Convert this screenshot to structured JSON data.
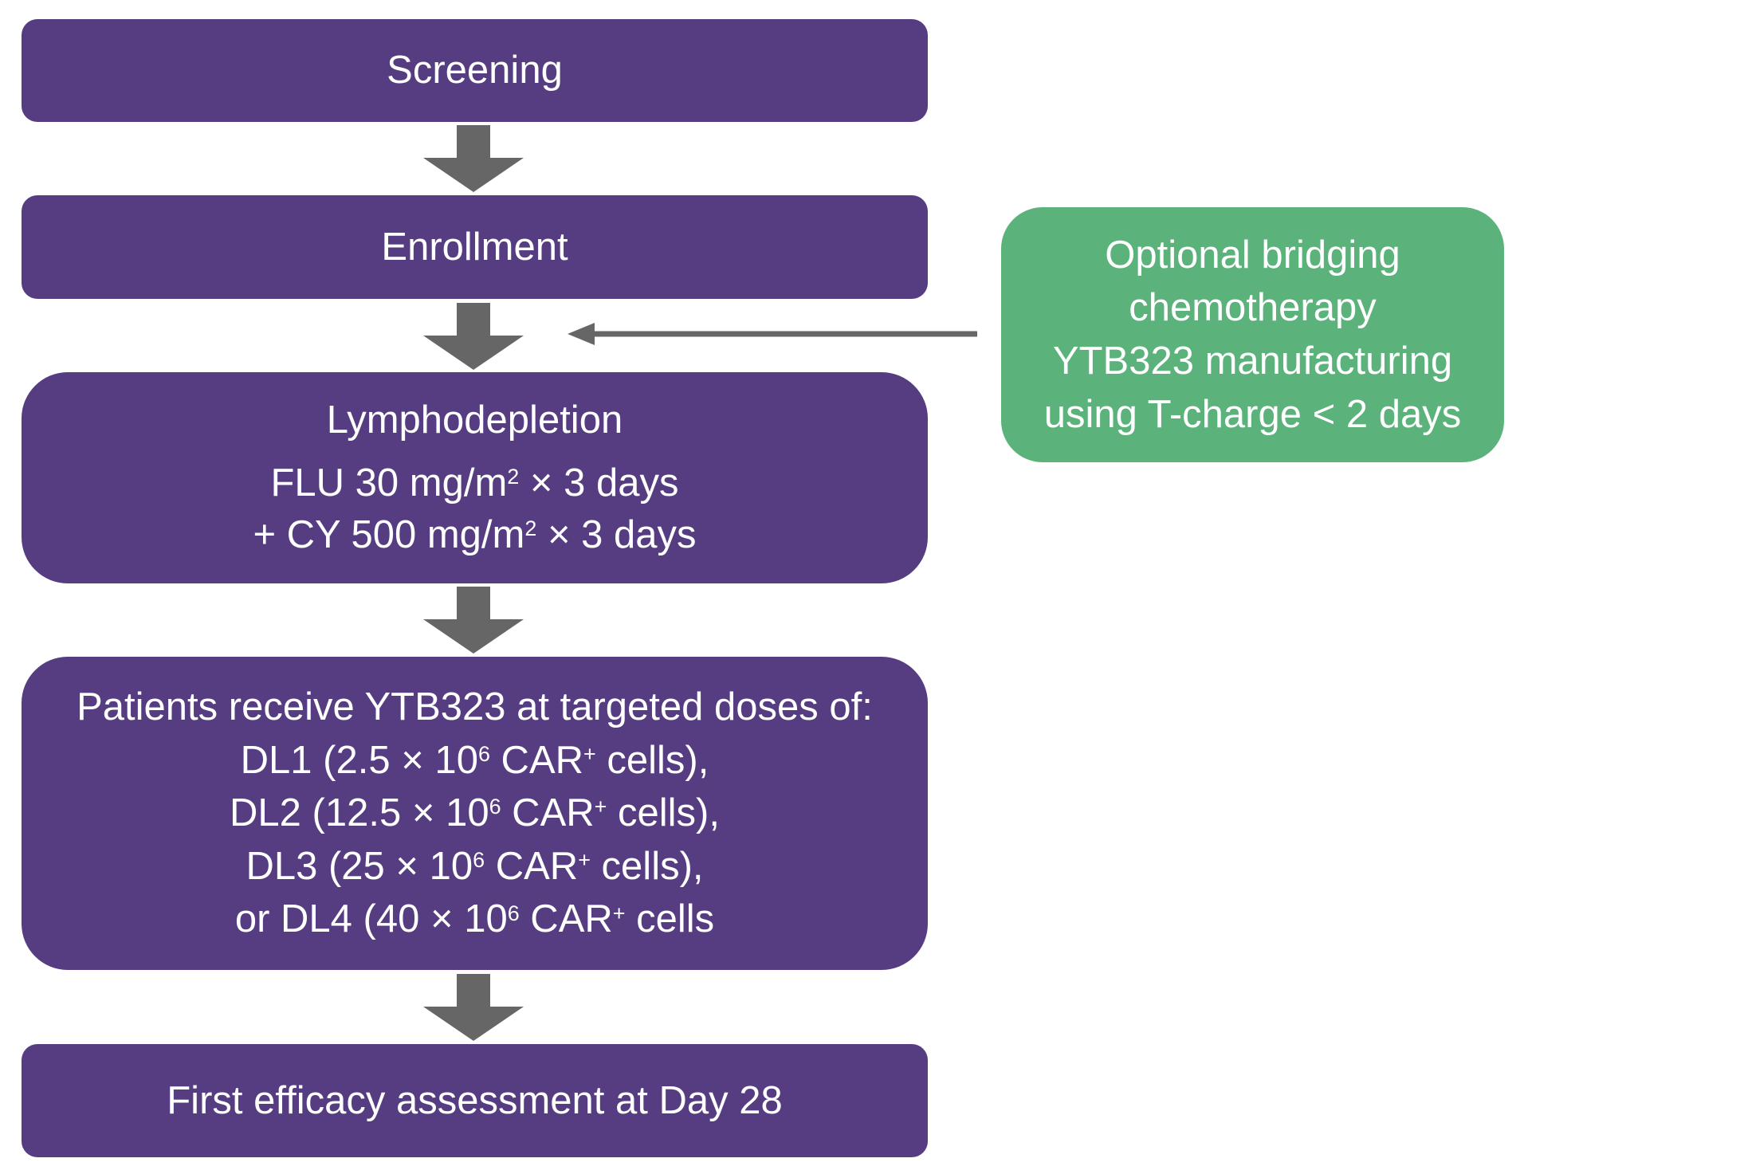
{
  "flow": {
    "screening": "Screening",
    "enrollment": "Enrollment",
    "lymphodepletion": {
      "title": "Lymphodepletion",
      "flu_prefix": "FLU 30 mg/m",
      "flu_sup": "2",
      "flu_suffix": " × 3 days",
      "cy_prefix": "+ CY 500 mg/m",
      "cy_sup": "2",
      "cy_suffix": " × 3 days"
    },
    "doses": {
      "intro": "Patients receive YTB323 at targeted doses of:",
      "dl1": {
        "pre": "DL1 (2.5 × 10",
        "exp": "6",
        "mid": " CAR",
        "plus": "+",
        "post": " cells),"
      },
      "dl2": {
        "pre": "DL2 (12.5 × 10",
        "exp": "6",
        "mid": " CAR",
        "plus": "+",
        "post": " cells),"
      },
      "dl3": {
        "pre": "DL3 (25 × 10",
        "exp": "6",
        "mid": " CAR",
        "plus": "+",
        "post": " cells),"
      },
      "dl4": {
        "pre": "or DL4 (40 × 10",
        "exp": "6",
        "mid": " CAR",
        "plus": "+",
        "post": " cells"
      }
    },
    "assessment": "First efficacy assessment at Day 28"
  },
  "side_box": {
    "lines": [
      "Optional bridging",
      "chemotherapy",
      "YTB323 manufacturing",
      "using T-charge < 2 days"
    ]
  },
  "colors": {
    "main_box": "#563d82",
    "side_box": "#5bb37b",
    "arrow": "#666666"
  }
}
